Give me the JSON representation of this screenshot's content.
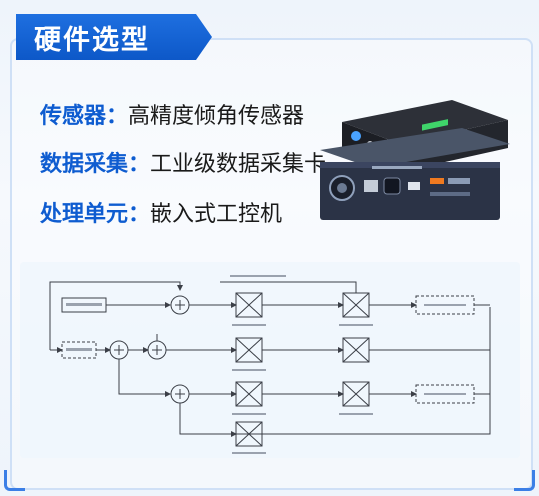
{
  "header": {
    "title": "硬件选型"
  },
  "specs": [
    {
      "key": "传感器：",
      "value": "高精度倾角传感器"
    },
    {
      "key": "数据采集：",
      "value": "工业级数据采集卡"
    },
    {
      "key": "处理单元：",
      "value": "嵌入式工控机"
    }
  ],
  "colors": {
    "accent": "#0e5cd0",
    "banner": "#1e6fe0",
    "frame": "#cfe0f6"
  }
}
